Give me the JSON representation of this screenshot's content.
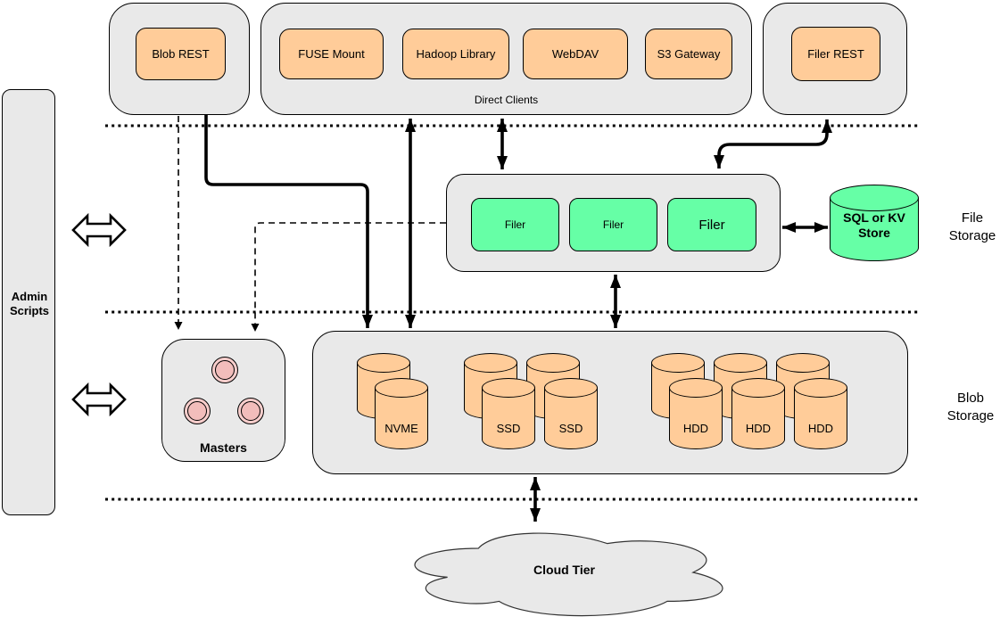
{
  "clients": {
    "blob_rest": "Blob REST",
    "direct_clients_label": "Direct Clients",
    "direct_clients": [
      "FUSE Mount",
      "Hadoop Library",
      "WebDAV",
      "S3 Gateway"
    ],
    "filer_rest": "Filer REST"
  },
  "admin": {
    "label": "Admin Scripts"
  },
  "file_storage": {
    "layer_label": "File Storage",
    "filers": [
      "Filer",
      "Filer",
      "Filer"
    ],
    "store_label": "SQL or KV Store"
  },
  "blob_storage": {
    "layer_label": "Blob Storage",
    "masters_label": "Masters",
    "tiers": [
      {
        "labels": [
          "NVME"
        ]
      },
      {
        "labels": [
          "SSD",
          "SSD"
        ]
      },
      {
        "labels": [
          "HDD",
          "HDD",
          "HDD"
        ]
      }
    ]
  },
  "cloud": {
    "label": "Cloud Tier"
  },
  "colors": {
    "container_gray": "#e9e9e9",
    "client_orange": "#ffcc99",
    "filer_green": "#66ffa6",
    "master_pink": "#f8cecc",
    "line_black": "#000000"
  }
}
